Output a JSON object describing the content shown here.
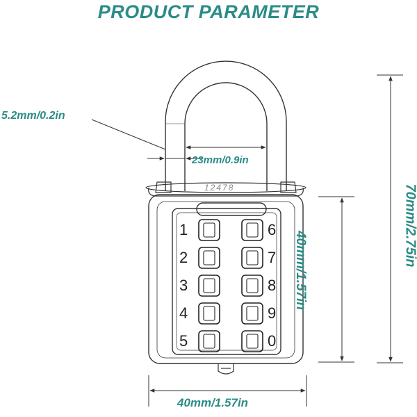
{
  "title": "PRODUCT PARAMETER",
  "dimensions": {
    "shackle_diameter": "5.2mm/0.2in",
    "shackle_inner_width": "23mm/0.9in",
    "body_height": "40mm/1.57in",
    "total_height": "70mm/2.75in",
    "body_width": "40mm/1.57in"
  },
  "engraving": "12478",
  "keys": {
    "left": [
      "1",
      "2",
      "3",
      "4",
      "5"
    ],
    "right": [
      "6",
      "7",
      "8",
      "9",
      "0"
    ]
  },
  "colors": {
    "label": "#2a8c86",
    "line": "#333333"
  }
}
